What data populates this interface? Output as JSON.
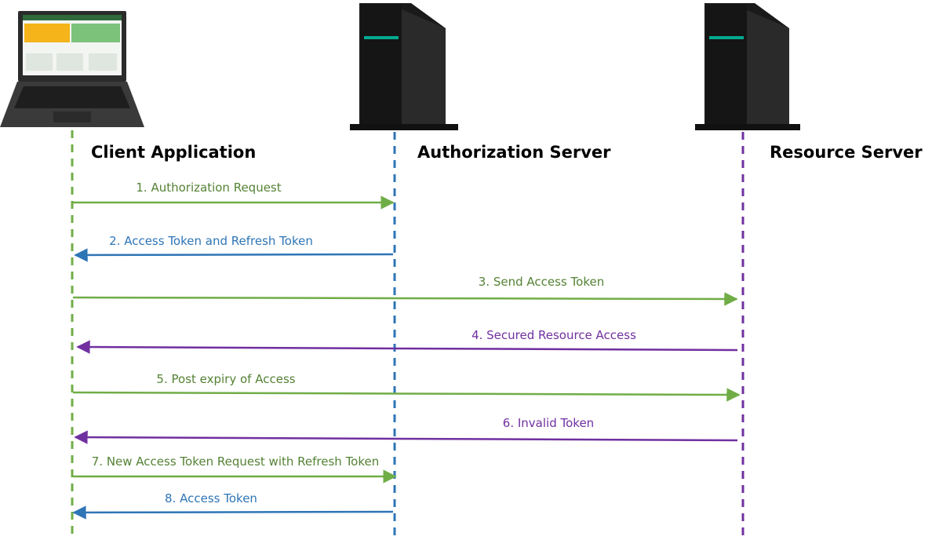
{
  "colors": {
    "green": "#70ad47",
    "blue": "#2e75b6",
    "purple": "#7030a0",
    "msg_green": "#548235",
    "msg_blue": "#2e75b6",
    "msg_purple": "#7030a0"
  },
  "actors": [
    {
      "id": "client",
      "title": "Client Application",
      "icon": "laptop-icon",
      "line_color": "green"
    },
    {
      "id": "auth",
      "title": "Authorization Server",
      "icon": "tower-server-icon",
      "line_color": "blue"
    },
    {
      "id": "resource",
      "title": "Resource Server",
      "icon": "tower-server-icon",
      "line_color": "purple"
    }
  ],
  "messages": [
    {
      "label": "1. Authorization Request",
      "from": "client",
      "to": "auth",
      "color": "green"
    },
    {
      "label": "2. Access Token and Refresh Token",
      "from": "auth",
      "to": "client",
      "color": "blue"
    },
    {
      "label": "3. Send Access Token",
      "from": "client",
      "to": "resource",
      "color": "green"
    },
    {
      "label": "4. Secured Resource Access",
      "from": "resource",
      "to": "client",
      "color": "purple"
    },
    {
      "label": "5. Post expiry of Access",
      "from": "client",
      "to": "resource",
      "color": "green"
    },
    {
      "label": "6. Invalid Token",
      "from": "resource",
      "to": "client",
      "color": "purple"
    },
    {
      "label": "7. New Access Token Request with Refresh Token",
      "from": "client",
      "to": "auth",
      "color": "green"
    },
    {
      "label": "8. Access Token",
      "from": "auth",
      "to": "client",
      "color": "blue"
    }
  ]
}
